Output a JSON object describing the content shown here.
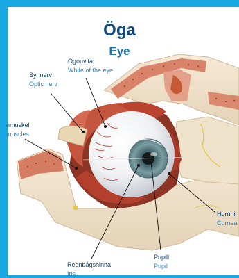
{
  "title": {
    "swedish": "Öga",
    "english": "Eye"
  },
  "labels": {
    "synnerv": {
      "swedish": "Synnerv",
      "english": "Optic nerv"
    },
    "ogonvita": {
      "swedish": "Ögonvita",
      "english": "White of the eye"
    },
    "muskel": {
      "swedish": "nmuskel",
      "english": "muscles"
    },
    "hornhinna": {
      "swedish": "Hornhi",
      "english": "Cornea"
    },
    "regnbagshinna": {
      "swedish": "Regnbågshinna",
      "english": "Iris"
    },
    "pupill": {
      "swedish": "Pupill",
      "english": "Pupil"
    }
  },
  "colors": {
    "frame": "#1aa8e2",
    "title_dark": "#0e4a7a",
    "title_light": "#1e73b3",
    "label_dark": "#0e3a66",
    "label_light": "#2a86c8"
  }
}
